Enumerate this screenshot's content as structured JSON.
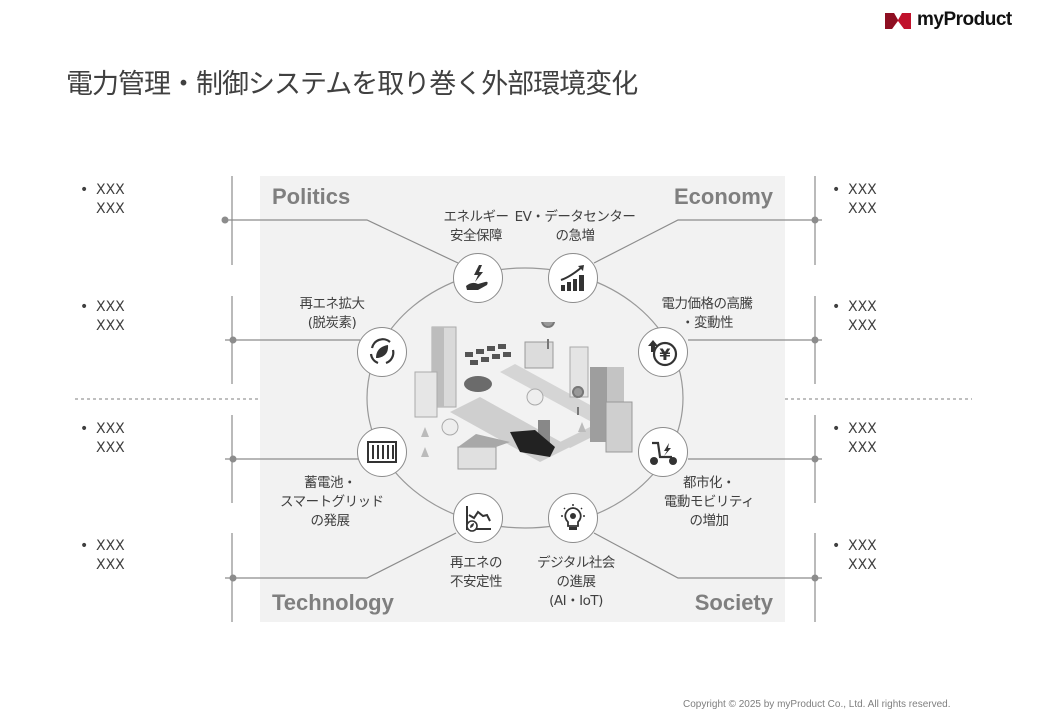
{
  "title": "電力管理・制御システムを取り巻く外部環境変化",
  "logo": {
    "text": "myProduct",
    "color": "#c0122c"
  },
  "corners": {
    "politics": "Politics",
    "economy": "Economy",
    "technology": "Technology",
    "society": "Society"
  },
  "factors": {
    "energy_security": [
      "エネルギー",
      "安全保障"
    ],
    "ev_datacenter": [
      "EV・データセンター",
      "の急増"
    ],
    "renewable_expansion": [
      "再エネ拡大",
      "(脱炭素)"
    ],
    "price_surge": [
      "電力価格の高騰",
      "・変動性"
    ],
    "storage_grid": [
      "蓄電池・",
      "スマートグリッド",
      "の発展"
    ],
    "urbanization": [
      "都市化・",
      "電動モビリティ",
      "の増加"
    ],
    "renewable_instability": [
      "再エネの",
      "不安定性"
    ],
    "digital_society": [
      "デジタル社会",
      "の進展",
      "(AI・IoT)"
    ]
  },
  "bullets": {
    "left": [
      [
        "XXX",
        "XXX"
      ],
      [
        "XXX",
        "XXX"
      ],
      [
        "XXX",
        "XXX"
      ],
      [
        "XXX",
        "XXX"
      ]
    ],
    "right": [
      [
        "XXX",
        "XXX"
      ],
      [
        "XXX",
        "XXX"
      ],
      [
        "XXX",
        "XXX"
      ],
      [
        "XXX",
        "XXX"
      ]
    ],
    "marker": "•"
  },
  "copyright": "Copyright © 2025 by myProduct Co., Ltd.  All rights reserved."
}
